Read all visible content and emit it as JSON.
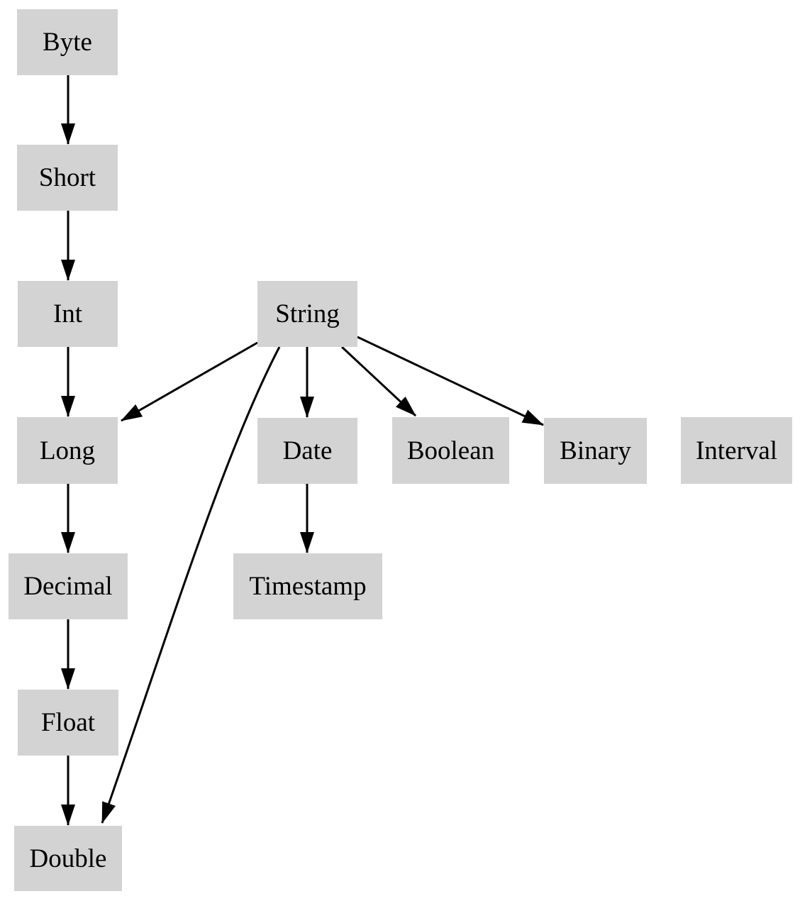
{
  "colors": {
    "background": "#ffffff",
    "node_fill": "#d3d3d3",
    "edge": "#000000",
    "text": "#000000"
  },
  "nodes": {
    "byte": {
      "label": "Byte"
    },
    "short": {
      "label": "Short"
    },
    "int": {
      "label": "Int"
    },
    "string": {
      "label": "String"
    },
    "long": {
      "label": "Long"
    },
    "date": {
      "label": "Date"
    },
    "boolean": {
      "label": "Boolean"
    },
    "binary": {
      "label": "Binary"
    },
    "interval": {
      "label": "Interval"
    },
    "decimal": {
      "label": "Decimal"
    },
    "timestamp": {
      "label": "Timestamp"
    },
    "float": {
      "label": "Float"
    },
    "double": {
      "label": "Double"
    }
  },
  "edges": [
    {
      "from": "Byte",
      "to": "Short"
    },
    {
      "from": "Short",
      "to": "Int"
    },
    {
      "from": "Int",
      "to": "Long"
    },
    {
      "from": "Long",
      "to": "Decimal"
    },
    {
      "from": "Decimal",
      "to": "Float"
    },
    {
      "from": "Float",
      "to": "Double"
    },
    {
      "from": "String",
      "to": "Long"
    },
    {
      "from": "String",
      "to": "Date"
    },
    {
      "from": "String",
      "to": "Boolean"
    },
    {
      "from": "String",
      "to": "Binary"
    },
    {
      "from": "String",
      "to": "Double"
    },
    {
      "from": "Date",
      "to": "Timestamp"
    }
  ]
}
